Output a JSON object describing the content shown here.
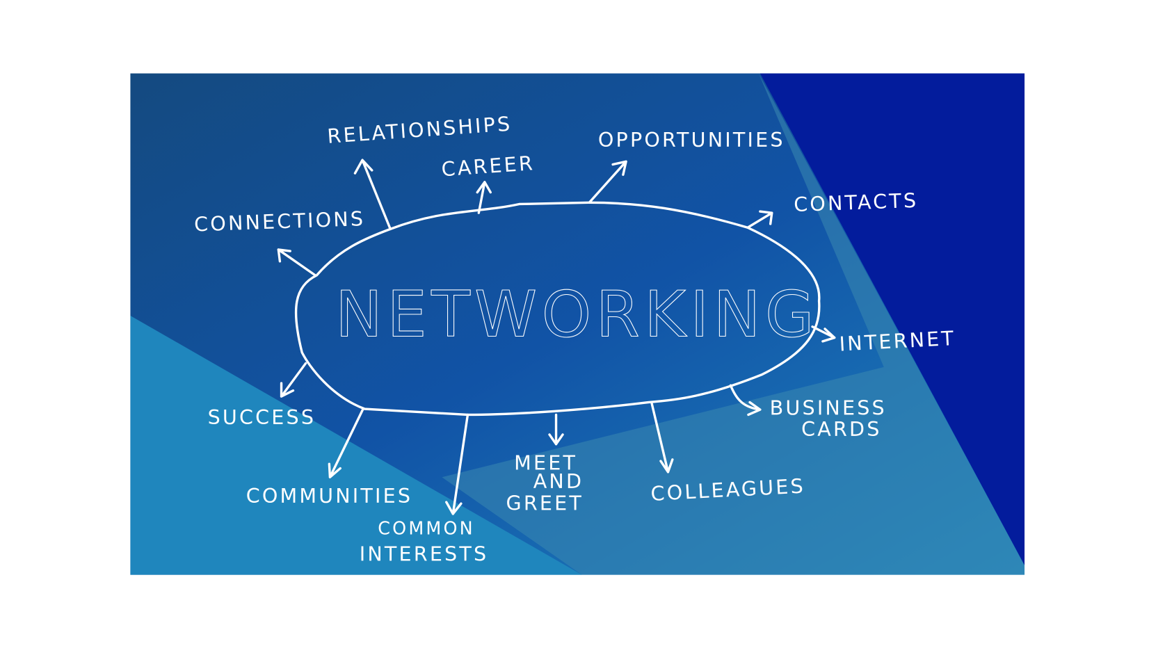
{
  "diagram": {
    "center": "NETWORKING",
    "nodes": [
      {
        "id": "relationships",
        "label": "RELATIONSHIPS"
      },
      {
        "id": "career",
        "label": "CAREER"
      },
      {
        "id": "opportunities",
        "label": "OPPORTUNITIES"
      },
      {
        "id": "connections",
        "label": "CONNECTIONS"
      },
      {
        "id": "contacts",
        "label": "CONTACTS"
      },
      {
        "id": "internet",
        "label": "INTERNET"
      },
      {
        "id": "business-cards",
        "label": "BUSINESS",
        "label2": "CARDS"
      },
      {
        "id": "success",
        "label": "SUCCESS"
      },
      {
        "id": "communities",
        "label": "COMMUNITIES"
      },
      {
        "id": "common-interests",
        "label": "COMMON",
        "label2": "INTERESTS"
      },
      {
        "id": "meet-and-greet",
        "label": "MEET",
        "label2": "AND",
        "label3": "GREET"
      },
      {
        "id": "colleagues",
        "label": "COLLEAGUES"
      }
    ],
    "colors": {
      "dark": "#134f8a",
      "mid": "#1157a8",
      "light": "#2a8bbd",
      "navy": "#041c9c",
      "pale": "#3a88b0"
    }
  }
}
